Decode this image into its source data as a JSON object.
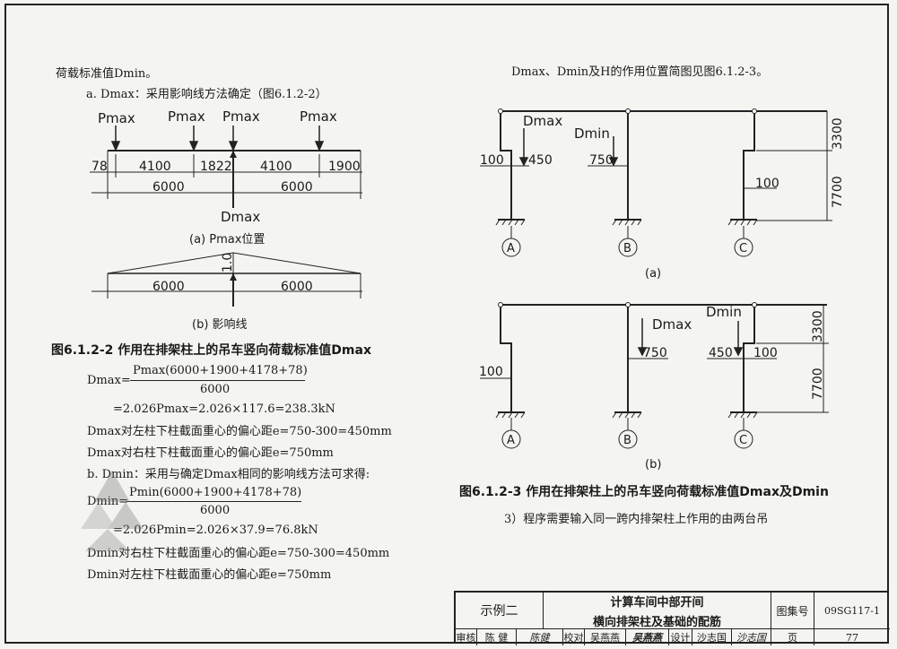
{
  "left": {
    "intro": "荷载标准值Dmin。",
    "item_a": "a. Dmax：采用影响线方法确定（图6.1.2-2）",
    "fig_a": {
      "loads": [
        "Pmax",
        "Pmax",
        "Pmax",
        "Pmax"
      ],
      "dims_top": [
        "78",
        "4100",
        "1822",
        "4100",
        "1900"
      ],
      "dims_bottom": [
        "6000",
        "6000"
      ],
      "support_label": "Dmax",
      "caption": "(a)  Pmax位置"
    },
    "fig_b": {
      "peak": "1.0",
      "dims": [
        "6000",
        "6000"
      ],
      "caption": "(b)  影响线"
    },
    "figure_caption": "图6.1.2-2  作用在排架柱上的吊车竖向荷载标准值Dmax",
    "dmax_lhs": "Dmax=",
    "dmax_num": "Pmax(6000+1900+4178+78)",
    "dmax_den": "6000",
    "dmax_result": "=2.026Pmax=2.026×117.6=238.3kN",
    "dmax_ecc_left": "Dmax对左柱下柱截面重心的偏心距e=750-300=450mm",
    "dmax_ecc_right": "Dmax对右柱下柱截面重心的偏心距e=750mm",
    "item_b": "b. Dmin：采用与确定Dmax相同的影响线方法可求得:",
    "dmin_lhs": "Dmin=",
    "dmin_num": "Pmin(6000+1900+4178+78)",
    "dmin_den": "6000",
    "dmin_result": "=2.026Pmin=2.026×37.9=76.8kN",
    "dmin_ecc_right": "Dmin对右柱下柱截面重心的偏心距e=750-300=450mm",
    "dmin_ecc_left": "Dmin对左柱下柱截面重心的偏心距e=750mm"
  },
  "right": {
    "heading": "Dmax、Dmin及H的作用位置简图见图6.1.2-3。",
    "frame_a": {
      "loads": [
        "Dmax",
        "Dmin"
      ],
      "dims": [
        "100",
        "450",
        "750",
        "100"
      ],
      "heights": [
        "3300",
        "7700"
      ],
      "axes": [
        "A",
        "B",
        "C"
      ],
      "caption": "(a)"
    },
    "frame_b": {
      "loads": [
        "Dmax",
        "Dmin"
      ],
      "dims": [
        "100",
        "750",
        "450",
        "100"
      ],
      "heights": [
        "3300",
        "7700"
      ],
      "axes": [
        "A",
        "B",
        "C"
      ],
      "caption": "(b)"
    },
    "figure_caption": "图6.1.2-3  作用在排架柱上的吊车竖向荷载标准值Dmax及Dmin",
    "note": "3）程序需要输入同一跨内排架柱上作用的由两台吊"
  },
  "title_block": {
    "example": "示例二",
    "title_line1": "计算车间中部开间",
    "title_line2": "横向排架柱及基础的配筋",
    "atlas_label": "图集号",
    "atlas_no": "09SG117-1",
    "review_label": "审核",
    "reviewer": "陈  健",
    "review_sig": "陈健",
    "check_label": "校对",
    "checker": "吴燕燕",
    "check_sig": "吴燕燕",
    "design_label": "设计",
    "designer": "沙志国",
    "design_sig": "沙志国",
    "page_label": "页",
    "page_no": "77"
  }
}
